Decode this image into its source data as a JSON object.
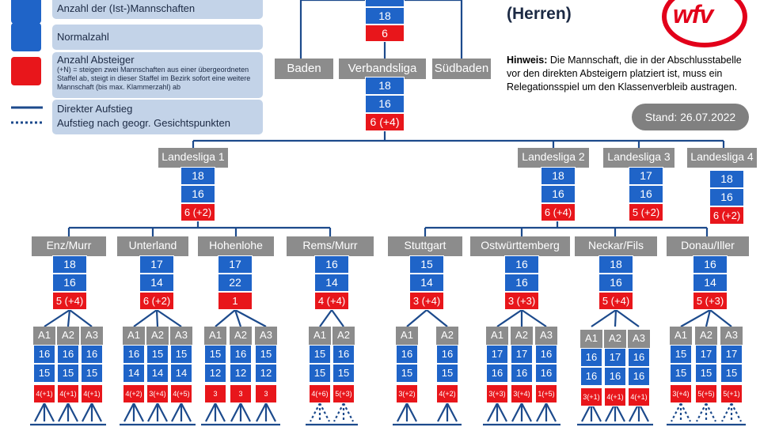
{
  "legend": {
    "ist": "Anzahl der (Ist-)Mannschaften",
    "normal": "Normalzahl",
    "absteiger": "Anzahl Absteiger",
    "absteiger_note": "(+N) = steigen zwei Mannschaften aus einer übergeordneten Staffel ab, steigt in dieser Staffel im Bezirk sofort eine weitere Mannschaft (bis max. Klammerzahl) ab",
    "direct": "Direkter Aufstieg",
    "geo": "Aufstieg nach geogr. Gesichtspunkten"
  },
  "header": {
    "title": "(Herren)",
    "logo": "wfv",
    "hint_label": "Hinweis:",
    "hint_text": "Die Mannschaft, die in der Abschlusstabelle vor den direkten Absteigern platziert ist, muss ein Relegationsspiel um den Klassenverbleib austragen.",
    "stand": "Stand: 26.07.2022"
  },
  "top": {
    "top_box1": "18",
    "top_box2": "6",
    "baden": "Baden",
    "verbandsliga": "Verbandsliga",
    "suedbaden": "Südbaden",
    "verbandsliga_ist": "18",
    "verbandsliga_normal": "16",
    "verbandsliga_abst": "6 (+4)"
  },
  "landesligen": [
    {
      "name": "Landesliga 1",
      "ist": "18",
      "normal": "16",
      "abst": "6 (+2)"
    },
    {
      "name": "Landesliga 2",
      "ist": "18",
      "normal": "16",
      "abst": "6 (+4)"
    },
    {
      "name": "Landesliga 3",
      "ist": "17",
      "normal": "16",
      "abst": "5 (+2)"
    },
    {
      "name": "Landesliga 4",
      "ist": "18",
      "normal": "16",
      "abst": "6 (+2)"
    }
  ],
  "bezirke": [
    {
      "name": "Enz/Murr",
      "ist": "18",
      "normal": "16",
      "abst": "5 (+4)",
      "staffeln": [
        {
          "name": "A1",
          "ist": "16",
          "normal": "15",
          "abst": "4(+1)"
        },
        {
          "name": "A2",
          "ist": "16",
          "normal": "15",
          "abst": "4(+1)"
        },
        {
          "name": "A3",
          "ist": "16",
          "normal": "15",
          "abst": "4(+1)"
        }
      ]
    },
    {
      "name": "Unterland",
      "ist": "17",
      "normal": "14",
      "abst": "6 (+2)",
      "staffeln": [
        {
          "name": "A1",
          "ist": "16",
          "normal": "14",
          "abst": "4(+2)"
        },
        {
          "name": "A2",
          "ist": "15",
          "normal": "14",
          "abst": "3(+4)"
        },
        {
          "name": "A3",
          "ist": "15",
          "normal": "14",
          "abst": "4(+5)"
        }
      ]
    },
    {
      "name": "Hohenlohe",
      "ist": "17",
      "normal": "22",
      "abst": "1",
      "staffeln": [
        {
          "name": "A1",
          "ist": "15",
          "normal": "12",
          "abst": "3"
        },
        {
          "name": "A2",
          "ist": "16",
          "normal": "12",
          "abst": "3"
        },
        {
          "name": "A3",
          "ist": "15",
          "normal": "12",
          "abst": "3"
        }
      ]
    },
    {
      "name": "Rems/Murr",
      "ist": "16",
      "normal": "14",
      "abst": "4 (+4)",
      "staffeln": [
        {
          "name": "A1",
          "ist": "15",
          "normal": "15",
          "abst": "4(+6)"
        },
        {
          "name": "A2",
          "ist": "16",
          "normal": "15",
          "abst": "5(+3)"
        }
      ]
    },
    {
      "name": "Stuttgart",
      "ist": "15",
      "normal": "14",
      "abst": "3 (+4)",
      "staffeln": [
        {
          "name": "A1",
          "ist": "16",
          "normal": "15",
          "abst": "3(+2)"
        },
        {
          "name": "A2",
          "ist": "16",
          "normal": "15",
          "abst": "4(+2)"
        }
      ]
    },
    {
      "name": "Ostwürttemberg",
      "ist": "16",
      "normal": "16",
      "abst": "3 (+3)",
      "staffeln": [
        {
          "name": "A1",
          "ist": "17",
          "normal": "16",
          "abst": "3(+3)"
        },
        {
          "name": "A2",
          "ist": "17",
          "normal": "16",
          "abst": "3(+4)"
        },
        {
          "name": "A3",
          "ist": "16",
          "normal": "16",
          "abst": "1(+5)"
        }
      ]
    },
    {
      "name": "Neckar/Fils",
      "ist": "18",
      "normal": "16",
      "abst": "5 (+4)",
      "staffeln": [
        {
          "name": "A1",
          "ist": "16",
          "normal": "16",
          "abst": "3(+1)"
        },
        {
          "name": "A2",
          "ist": "17",
          "normal": "16",
          "abst": "4(+1)"
        },
        {
          "name": "A3",
          "ist": "16",
          "normal": "16",
          "abst": "4(+1)"
        }
      ]
    },
    {
      "name": "Donau/Iller",
      "ist": "16",
      "normal": "14",
      "abst": "5 (+3)",
      "staffeln": [
        {
          "name": "A1",
          "ist": "15",
          "normal": "15",
          "abst": "3(+4)"
        },
        {
          "name": "A2",
          "ist": "17",
          "normal": "15",
          "abst": "5(+5)"
        },
        {
          "name": "A3",
          "ist": "17",
          "normal": "15",
          "abst": "5(+1)"
        }
      ]
    }
  ]
}
